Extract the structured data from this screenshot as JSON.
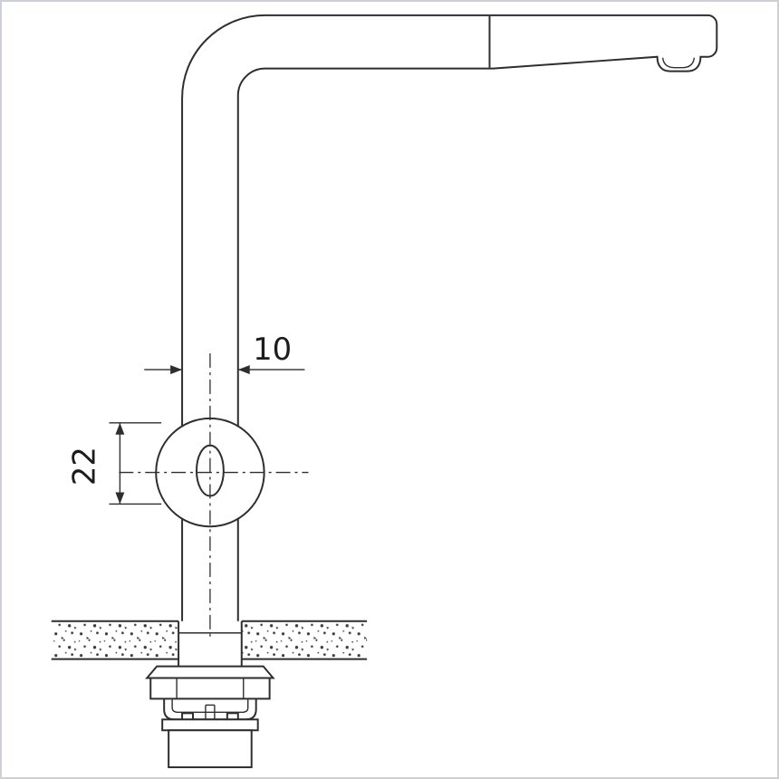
{
  "page": {
    "background_color": "#ffffff",
    "frame_color": "#cdd0d4"
  },
  "drawing": {
    "kind": "faucet-installation-dimension-drawing",
    "line_color": "#2e2e2e",
    "dimensions": {
      "pipe_width": "10",
      "slot_height": "22"
    }
  }
}
